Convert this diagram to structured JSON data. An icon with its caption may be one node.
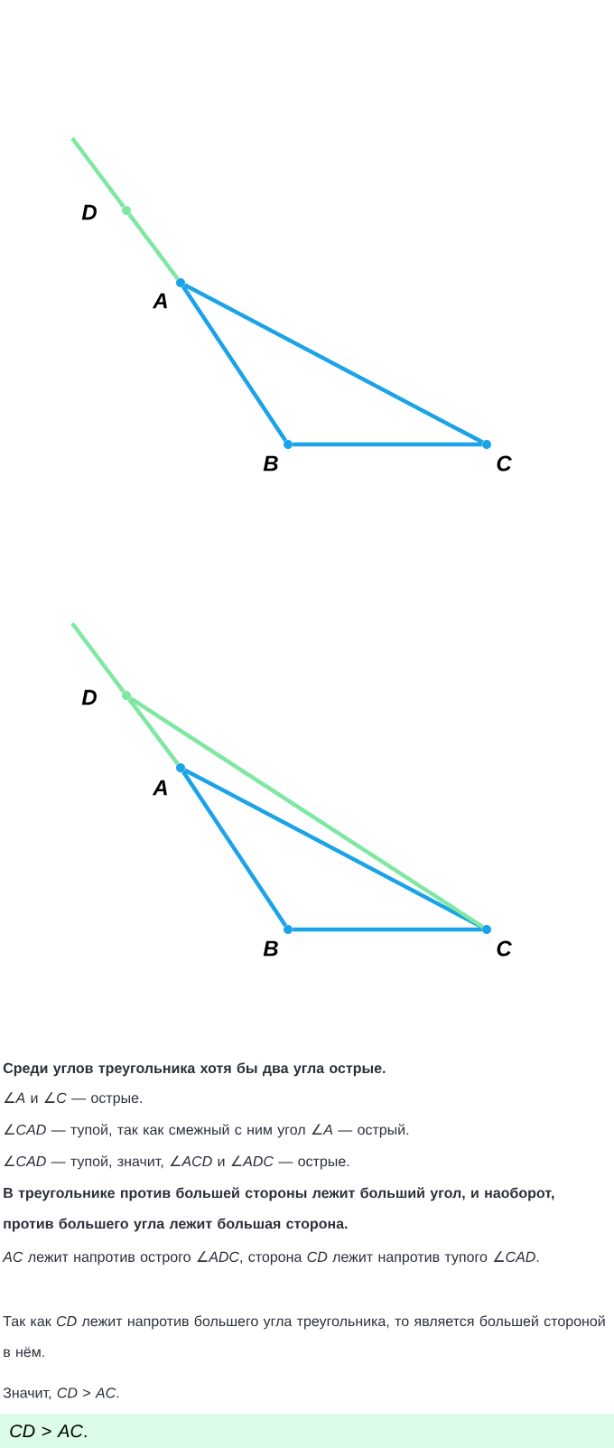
{
  "diagram": {
    "nodes": [
      {
        "text": [],
        "shape": "circle",
        "beside": [
          "D"
        ]
      },
      {
        "text": [],
        "shape": "circle",
        "beside": [
          "A"
        ]
      },
      {
        "text": [],
        "shape": "circle",
        "beside": [
          "B"
        ]
      },
      {
        "text": [],
        "shape": "circle",
        "beside": [
          "C"
        ]
      },
      {
        "text": [],
        "shape": "circle",
        "beside": [
          "D"
        ]
      },
      {
        "text": [],
        "shape": "circle",
        "beside": [
          "A"
        ]
      },
      {
        "text": [],
        "shape": "circle",
        "beside": [
          "B"
        ]
      },
      {
        "text": [],
        "shape": "circle",
        "beside": [
          "C"
        ]
      },
      {
        "text": [
          "*CD* > *AC*."
        ]
      }
    ],
    "edges": [
      {
        "from": null,
        "to": 0,
        "arrow": "none",
        "color": "#7ee8a2"
      },
      {
        "from": 0,
        "to": 1,
        "arrow": "none",
        "color": "#7ee8a2"
      },
      {
        "from": 1,
        "to": 2,
        "arrow": "none"
      },
      {
        "from": 1,
        "to": 3,
        "arrow": "none"
      },
      {
        "from": 2,
        "to": 3,
        "arrow": "none"
      },
      {
        "from": null,
        "to": 4,
        "arrow": "none",
        "color": "#7ee8a2"
      },
      {
        "from": 4,
        "to": 5,
        "arrow": "none",
        "color": "#7ee8a2"
      },
      {
        "from": 5,
        "to": 6,
        "arrow": "none"
      },
      {
        "from": 5,
        "to": 7,
        "arrow": "none"
      },
      {
        "from": 6,
        "to": 7,
        "arrow": "none"
      },
      {
        "from": 4,
        "to": 7,
        "arrow": "none",
        "color": "#7ee8a2"
      }
    ],
    "labels": [
      "Среди углов треугольника хотя бы два угла острые.",
      "∠*A* и ∠*C* — острые.",
      "∠*CAD* — тупой, так как смежный с ним угол ∠*A* — острый.",
      "∠*CAD* — тупой, значит, ∠*ACD* и ∠*ADC* — острые.",
      "В треугольнике против большей стороны лежит больший угол, и наоборот, против большего угла лежит большая сторона.",
      "*AC* лежит напротив острого ∠*ADC*, сторона *CD* лежит напротив тупого ∠*CAD*.",
      "Так как *CD* лежит напротив большего угла треугольника, то является большей стороной в нём.",
      "Значит, *CD* > *AC*."
    ]
  }
}
